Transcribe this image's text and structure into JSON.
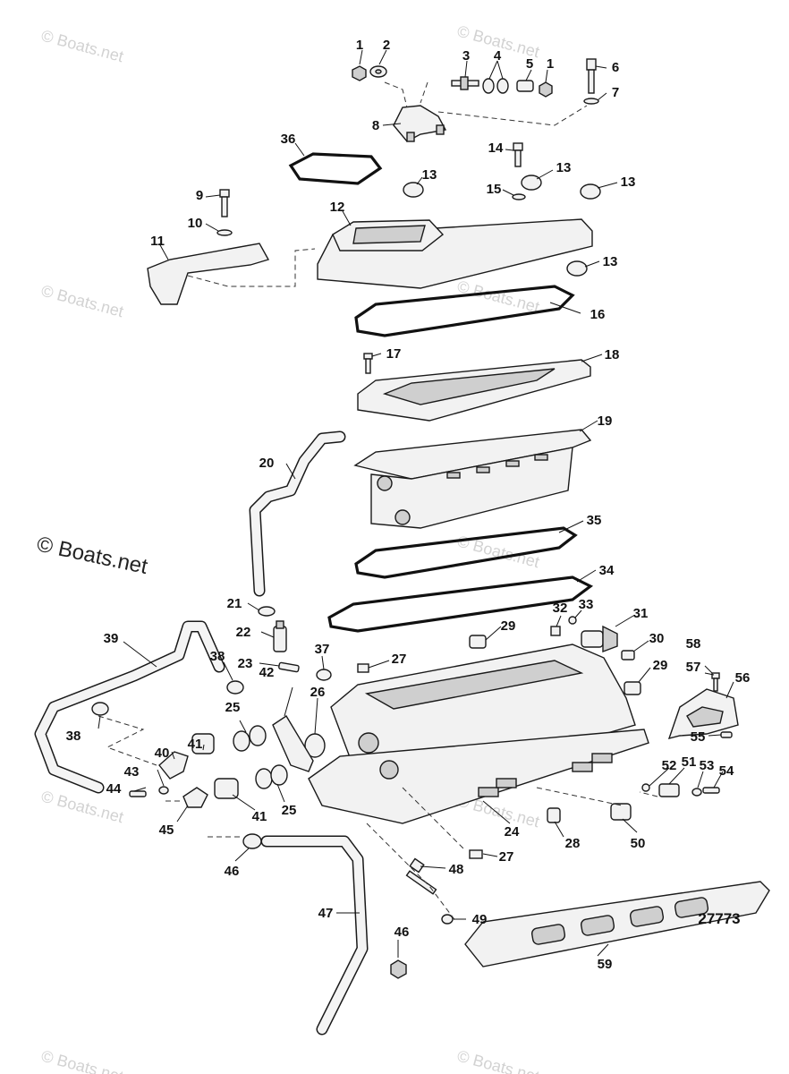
{
  "diagram": {
    "watermark": "© Boats.net",
    "diagram_number": "27773",
    "callouts": [
      "1",
      "2",
      "3",
      "4",
      "5",
      "6",
      "7",
      "8",
      "9",
      "10",
      "11",
      "12",
      "13",
      "14",
      "15",
      "16",
      "17",
      "18",
      "19",
      "20",
      "21",
      "22",
      "23",
      "24",
      "25",
      "26",
      "27",
      "28",
      "29",
      "30",
      "31",
      "32",
      "33",
      "34",
      "35",
      "36",
      "37",
      "38",
      "39",
      "40",
      "41",
      "42",
      "43",
      "44",
      "45",
      "46",
      "47",
      "48",
      "49",
      "50",
      "51",
      "52",
      "53",
      "54",
      "55",
      "56",
      "57",
      "58",
      "59"
    ]
  }
}
